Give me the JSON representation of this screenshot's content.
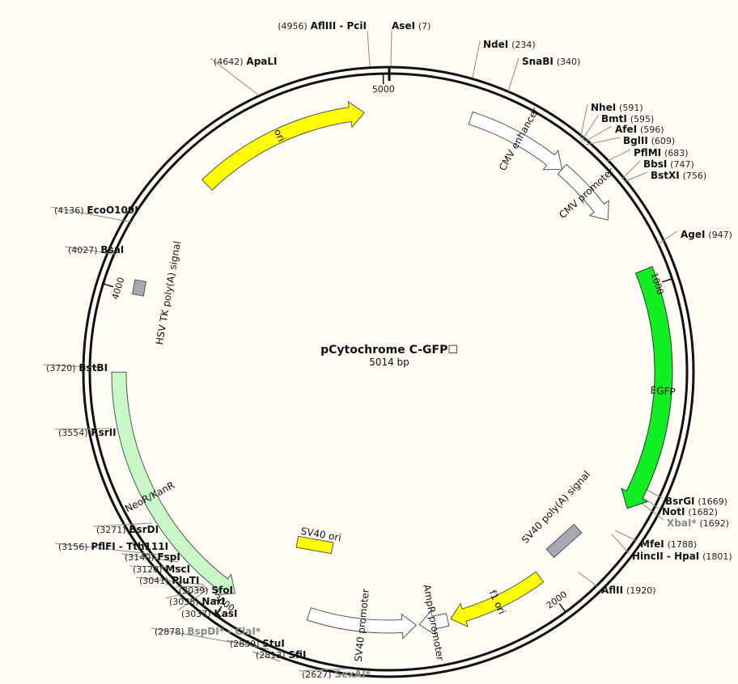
{
  "plasmid": {
    "name": "pCytochrome C-GFP☐",
    "length_label": "5014 bp",
    "length": 5014
  },
  "ticks": [
    {
      "label": "5000",
      "pos": 5000
    },
    {
      "label": "1000",
      "pos": 1000
    },
    {
      "label": "2000",
      "pos": 2000
    },
    {
      "label": "3000",
      "pos": 3000
    },
    {
      "label": "4000",
      "pos": 4000
    }
  ],
  "features": [
    {
      "label": "CMV enhancer",
      "start": 250,
      "end": 565,
      "color": "#ffffff",
      "stroke": "#555555",
      "dir": 1,
      "text_color": "#333333"
    },
    {
      "label": "CMV promoter",
      "start": 565,
      "end": 770,
      "color": "#ffffff",
      "stroke": "#555555",
      "dir": 1,
      "text_color": "#333333"
    },
    {
      "label": "EGFP",
      "start": 950,
      "end": 1668,
      "color": "#11ee22",
      "stroke": "#333333",
      "dir": 1,
      "text_color": "#111111"
    },
    {
      "label": "SV40 poly(A) signal",
      "start": 1745,
      "end": 1860,
      "color": "#a8a8b2",
      "stroke": "#555555",
      "dir": 0,
      "text_color": "#111111"
    },
    {
      "label": "f1 ori",
      "start": 2000,
      "end": 2310,
      "color": "#ffff00",
      "stroke": "#555555",
      "dir": 1,
      "text_color": "#111111"
    },
    {
      "label": "AmpR promoter",
      "start": 2320,
      "end": 2410,
      "color": "#ffffff",
      "stroke": "#555555",
      "dir": 1,
      "text_color": "#333333"
    },
    {
      "label": "SV40 promoter",
      "start": 2420,
      "end": 2760,
      "color": "#ffffff",
      "stroke": "#555555",
      "dir": -1,
      "text_color": "#333333"
    },
    {
      "label": "NeoR/KanR",
      "start": 2990,
      "end": 3760,
      "color": "#c8f7c8",
      "stroke": "#555555",
      "dir": -1,
      "text_color": "#111111"
    },
    {
      "label": "HSV TK poly(A) signal",
      "start": 4005,
      "end": 4050,
      "color": "#a8a8b2",
      "stroke": "#555555",
      "dir": 0,
      "text_color": "#111111"
    },
    {
      "label": "ori",
      "start": 4400,
      "end": 4940,
      "color": "#ffff00",
      "stroke": "#555555",
      "dir": 1,
      "text_color": "#111111"
    },
    {
      "label": "SV40 ori",
      "start": 0,
      "end": 0,
      "color": "#ffff00",
      "stroke": "#555555",
      "dir": 0,
      "text_color": "#111111"
    }
  ],
  "sites": [
    {
      "name": "AflIII - PciI",
      "pos": "(4956)",
      "gray": false
    },
    {
      "name": "AseI",
      "pos": "(7)",
      "gray": false
    },
    {
      "name": "NdeI",
      "pos": "(234)",
      "gray": false
    },
    {
      "name": "SnaBI",
      "pos": "(340)",
      "gray": false
    },
    {
      "name": "NheI",
      "pos": "(591)",
      "gray": false
    },
    {
      "name": "BmtI",
      "pos": "(595)",
      "gray": false
    },
    {
      "name": "AfeI",
      "pos": "(596)",
      "gray": false
    },
    {
      "name": "BglII",
      "pos": "(609)",
      "gray": false
    },
    {
      "name": "PflMI",
      "pos": "(683)",
      "gray": false
    },
    {
      "name": "BbsI",
      "pos": "(747)",
      "gray": false
    },
    {
      "name": "BstXI",
      "pos": "(756)",
      "gray": false
    },
    {
      "name": "AgeI",
      "pos": "(947)",
      "gray": false
    },
    {
      "name": "BsrGI",
      "pos": "(1669)",
      "gray": false
    },
    {
      "name": "NotI",
      "pos": "(1682)",
      "gray": false
    },
    {
      "name": "XbaI*",
      "pos": "(1692)",
      "gray": true
    },
    {
      "name": "MfeI",
      "pos": "(1788)",
      "gray": false
    },
    {
      "name": "HincII - HpaI",
      "pos": "(1801)",
      "gray": false
    },
    {
      "name": "AflII",
      "pos": "(1920)",
      "gray": false
    },
    {
      "name": "SexAI*",
      "pos": "(2627)",
      "gray": true
    },
    {
      "name": "SfiI",
      "pos": "(2813)",
      "gray": false
    },
    {
      "name": "StuI",
      "pos": "(2859)",
      "gray": false
    },
    {
      "name": "BspDI* - ClaI*",
      "pos": "(2878)",
      "gray": true
    },
    {
      "name": "KasI",
      "pos": "(3037)",
      "gray": false
    },
    {
      "name": "NarI",
      "pos": "(3038)",
      "gray": false
    },
    {
      "name": "SfoI",
      "pos": "(3039)",
      "gray": false
    },
    {
      "name": "PluTI",
      "pos": "(3041)",
      "gray": false
    },
    {
      "name": "MscI",
      "pos": "(3120)",
      "gray": false
    },
    {
      "name": "FspI",
      "pos": "(3140)",
      "gray": false
    },
    {
      "name": "PflFI - Tth111I",
      "pos": "(3156)",
      "gray": false
    },
    {
      "name": "BsrDI",
      "pos": "(3271)",
      "gray": false
    },
    {
      "name": "RsrII",
      "pos": "(3554)",
      "gray": false
    },
    {
      "name": "BstBI",
      "pos": "(3720)",
      "gray": false
    },
    {
      "name": "BsaI",
      "pos": "(4027)",
      "gray": false
    },
    {
      "name": "EcoO109I",
      "pos": "(4136)",
      "gray": false
    },
    {
      "name": "ApaLI",
      "pos": "(4642)",
      "gray": false
    }
  ]
}
